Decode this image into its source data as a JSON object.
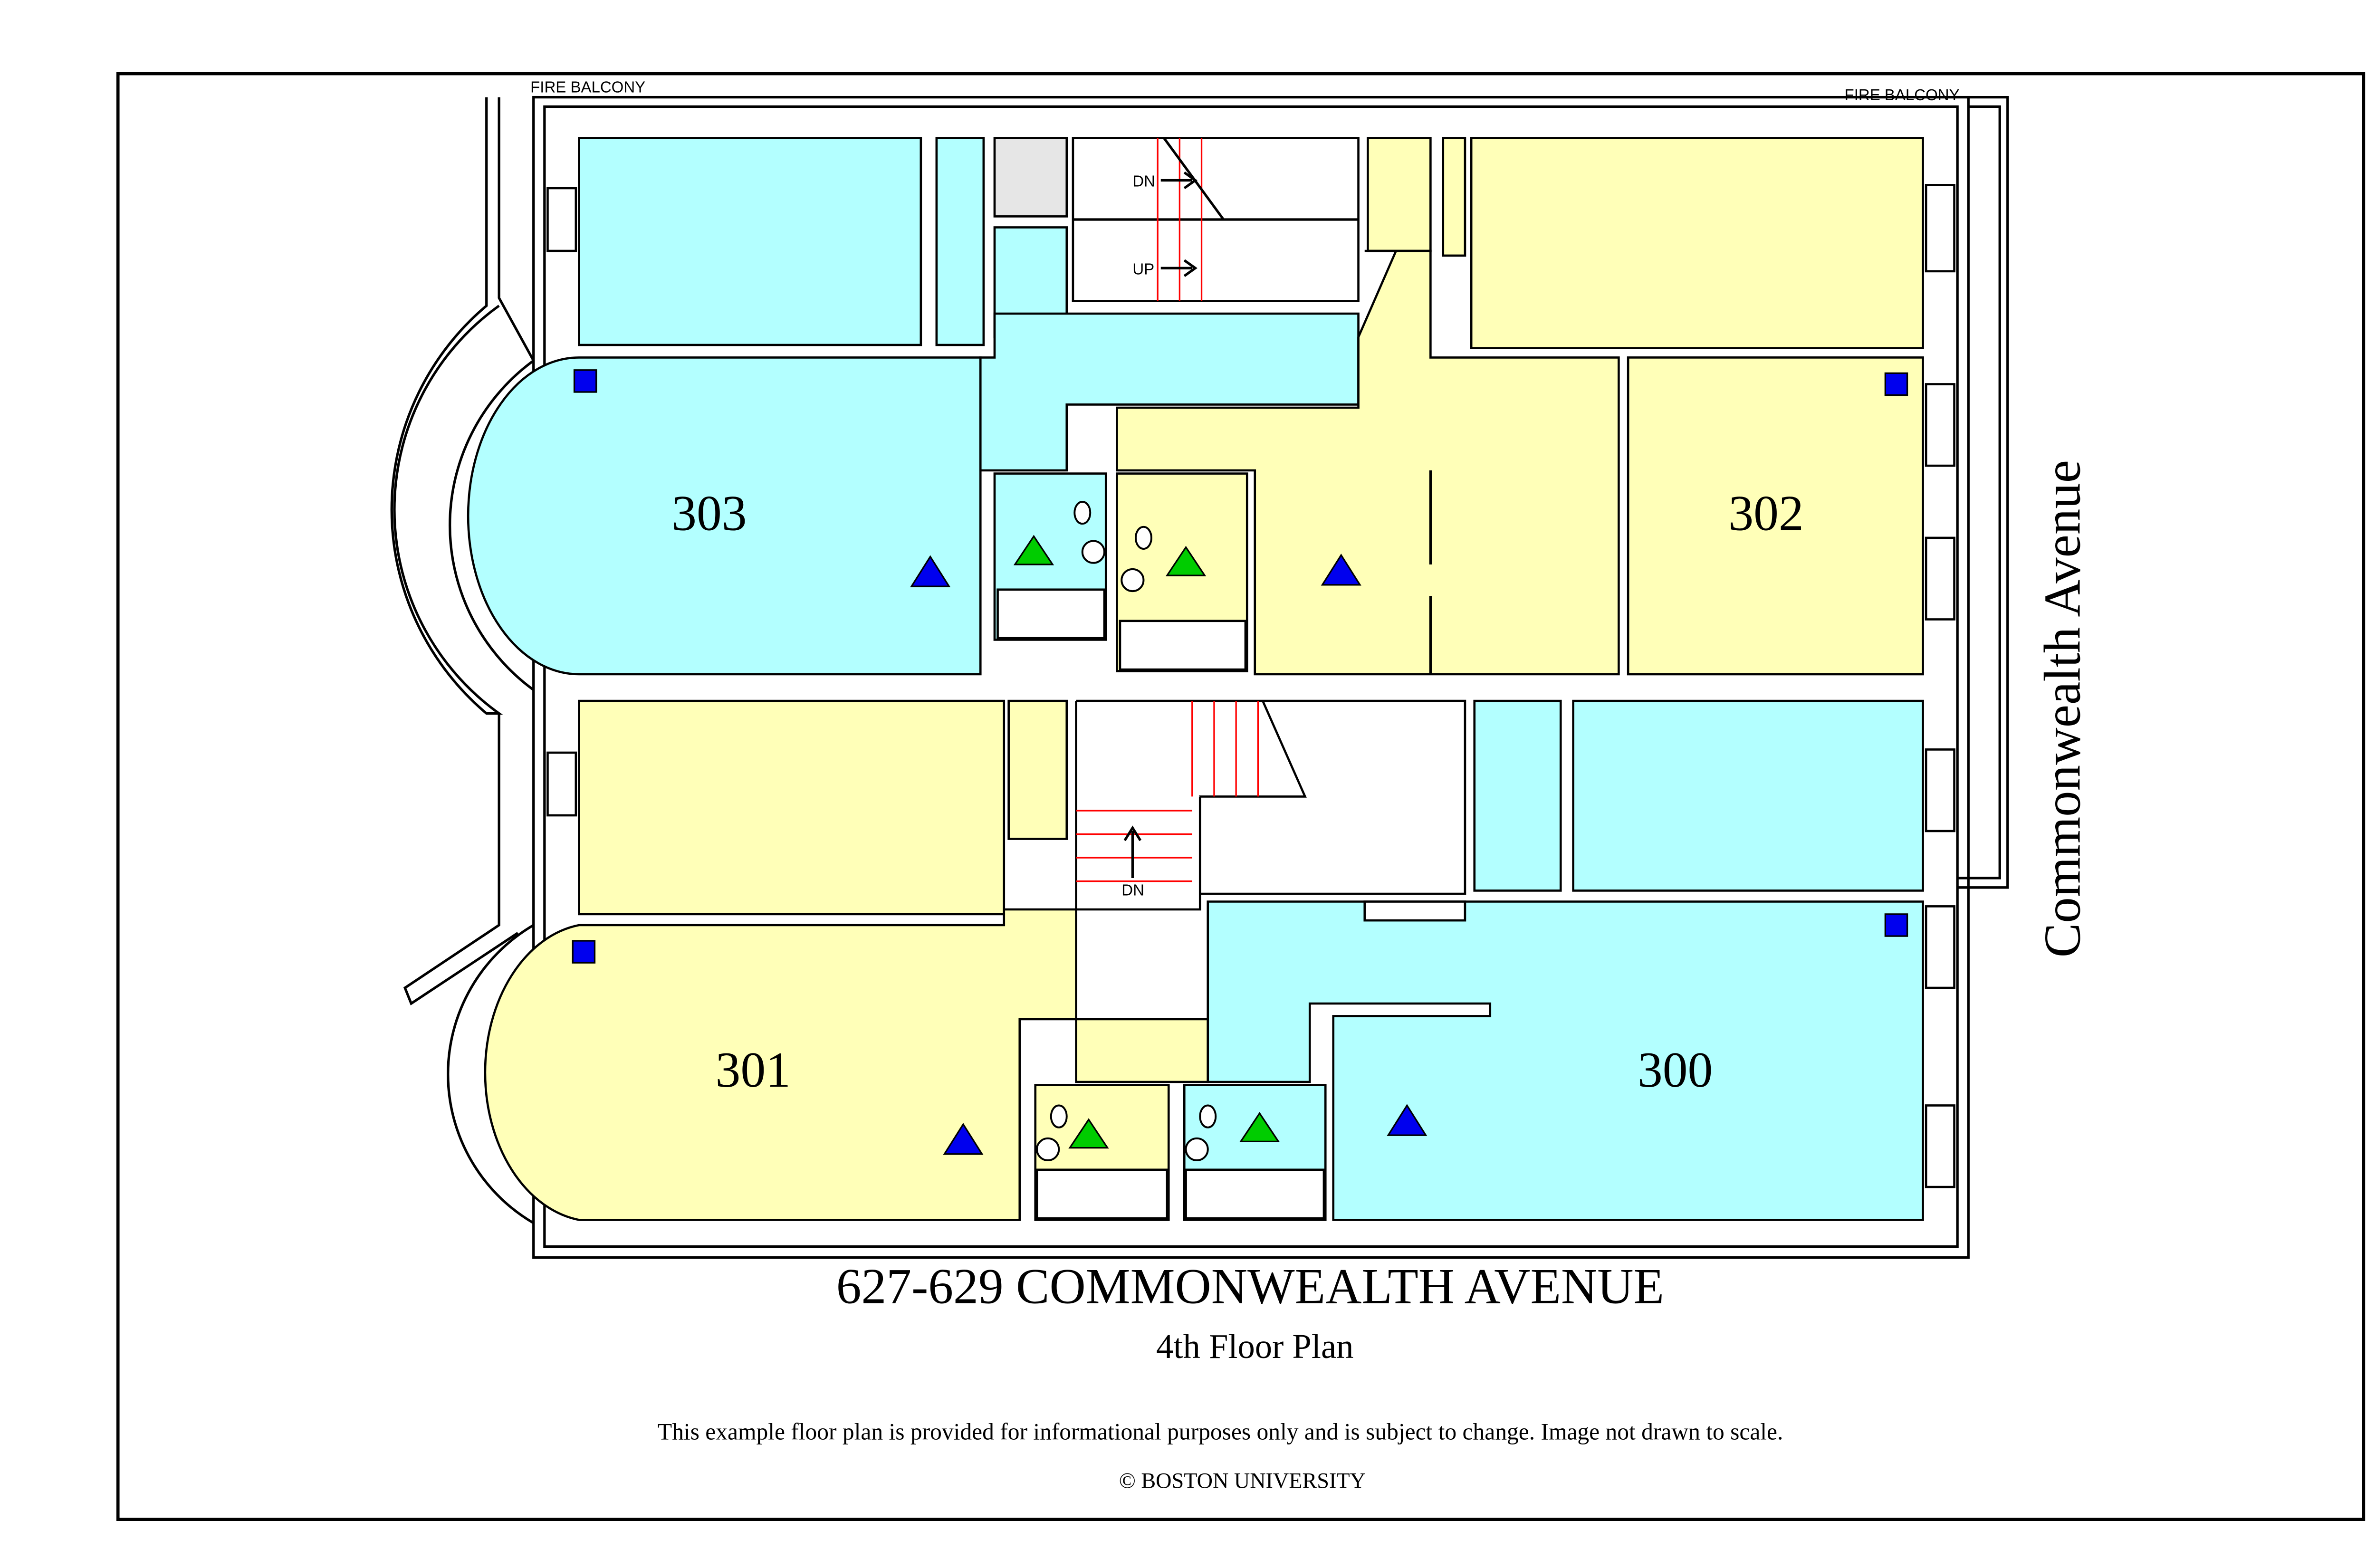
{
  "plan": {
    "title": "627-629 COMMONWEALTH AVENUE",
    "subtitle": "4th Floor Plan",
    "disclaimer": "This example floor plan is provided for informational purposes only and is subject to change. Image not drawn to scale.",
    "copyright": "© BOSTON UNIVERSITY",
    "street_label": "Commonwealth Avenue",
    "fire_balcony_left": "FIRE BALCONY",
    "fire_balcony_right": "FIRE BALCONY",
    "stair_top_dn": "DN",
    "stair_top_up": "UP",
    "stair_bottom_dn": "DN",
    "rooms": [
      {
        "number": "303",
        "color": "#b3ffff"
      },
      {
        "number": "302",
        "color": "#ffffb8"
      },
      {
        "number": "301",
        "color": "#ffffb8"
      },
      {
        "number": "300",
        "color": "#b3ffff"
      }
    ],
    "colors": {
      "blue_marker": "#0000ee",
      "green_marker": "#00cc00",
      "common_area": "#e6e6e6"
    }
  }
}
